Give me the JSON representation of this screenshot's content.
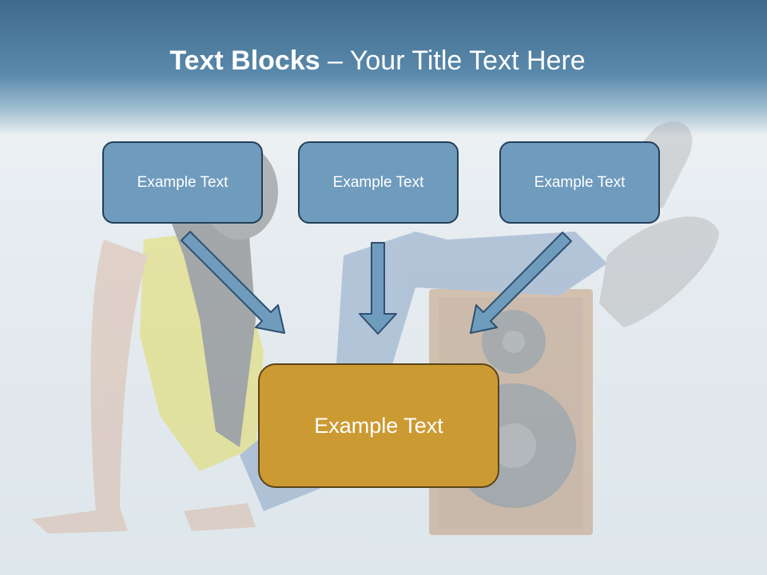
{
  "slide": {
    "title_bold": "Text Blocks",
    "title_rest": " – Your Title Text Here",
    "blocks": [
      {
        "label": "Example Text"
      },
      {
        "label": "Example Text"
      },
      {
        "label": "Example Text"
      }
    ],
    "main_block": {
      "label": "Example Text"
    }
  },
  "colors": {
    "header": "#4a7697",
    "block_fill": "#6f9bbd",
    "main_fill": "#cc9a33",
    "arrow_fill": "#6f9bbd"
  }
}
